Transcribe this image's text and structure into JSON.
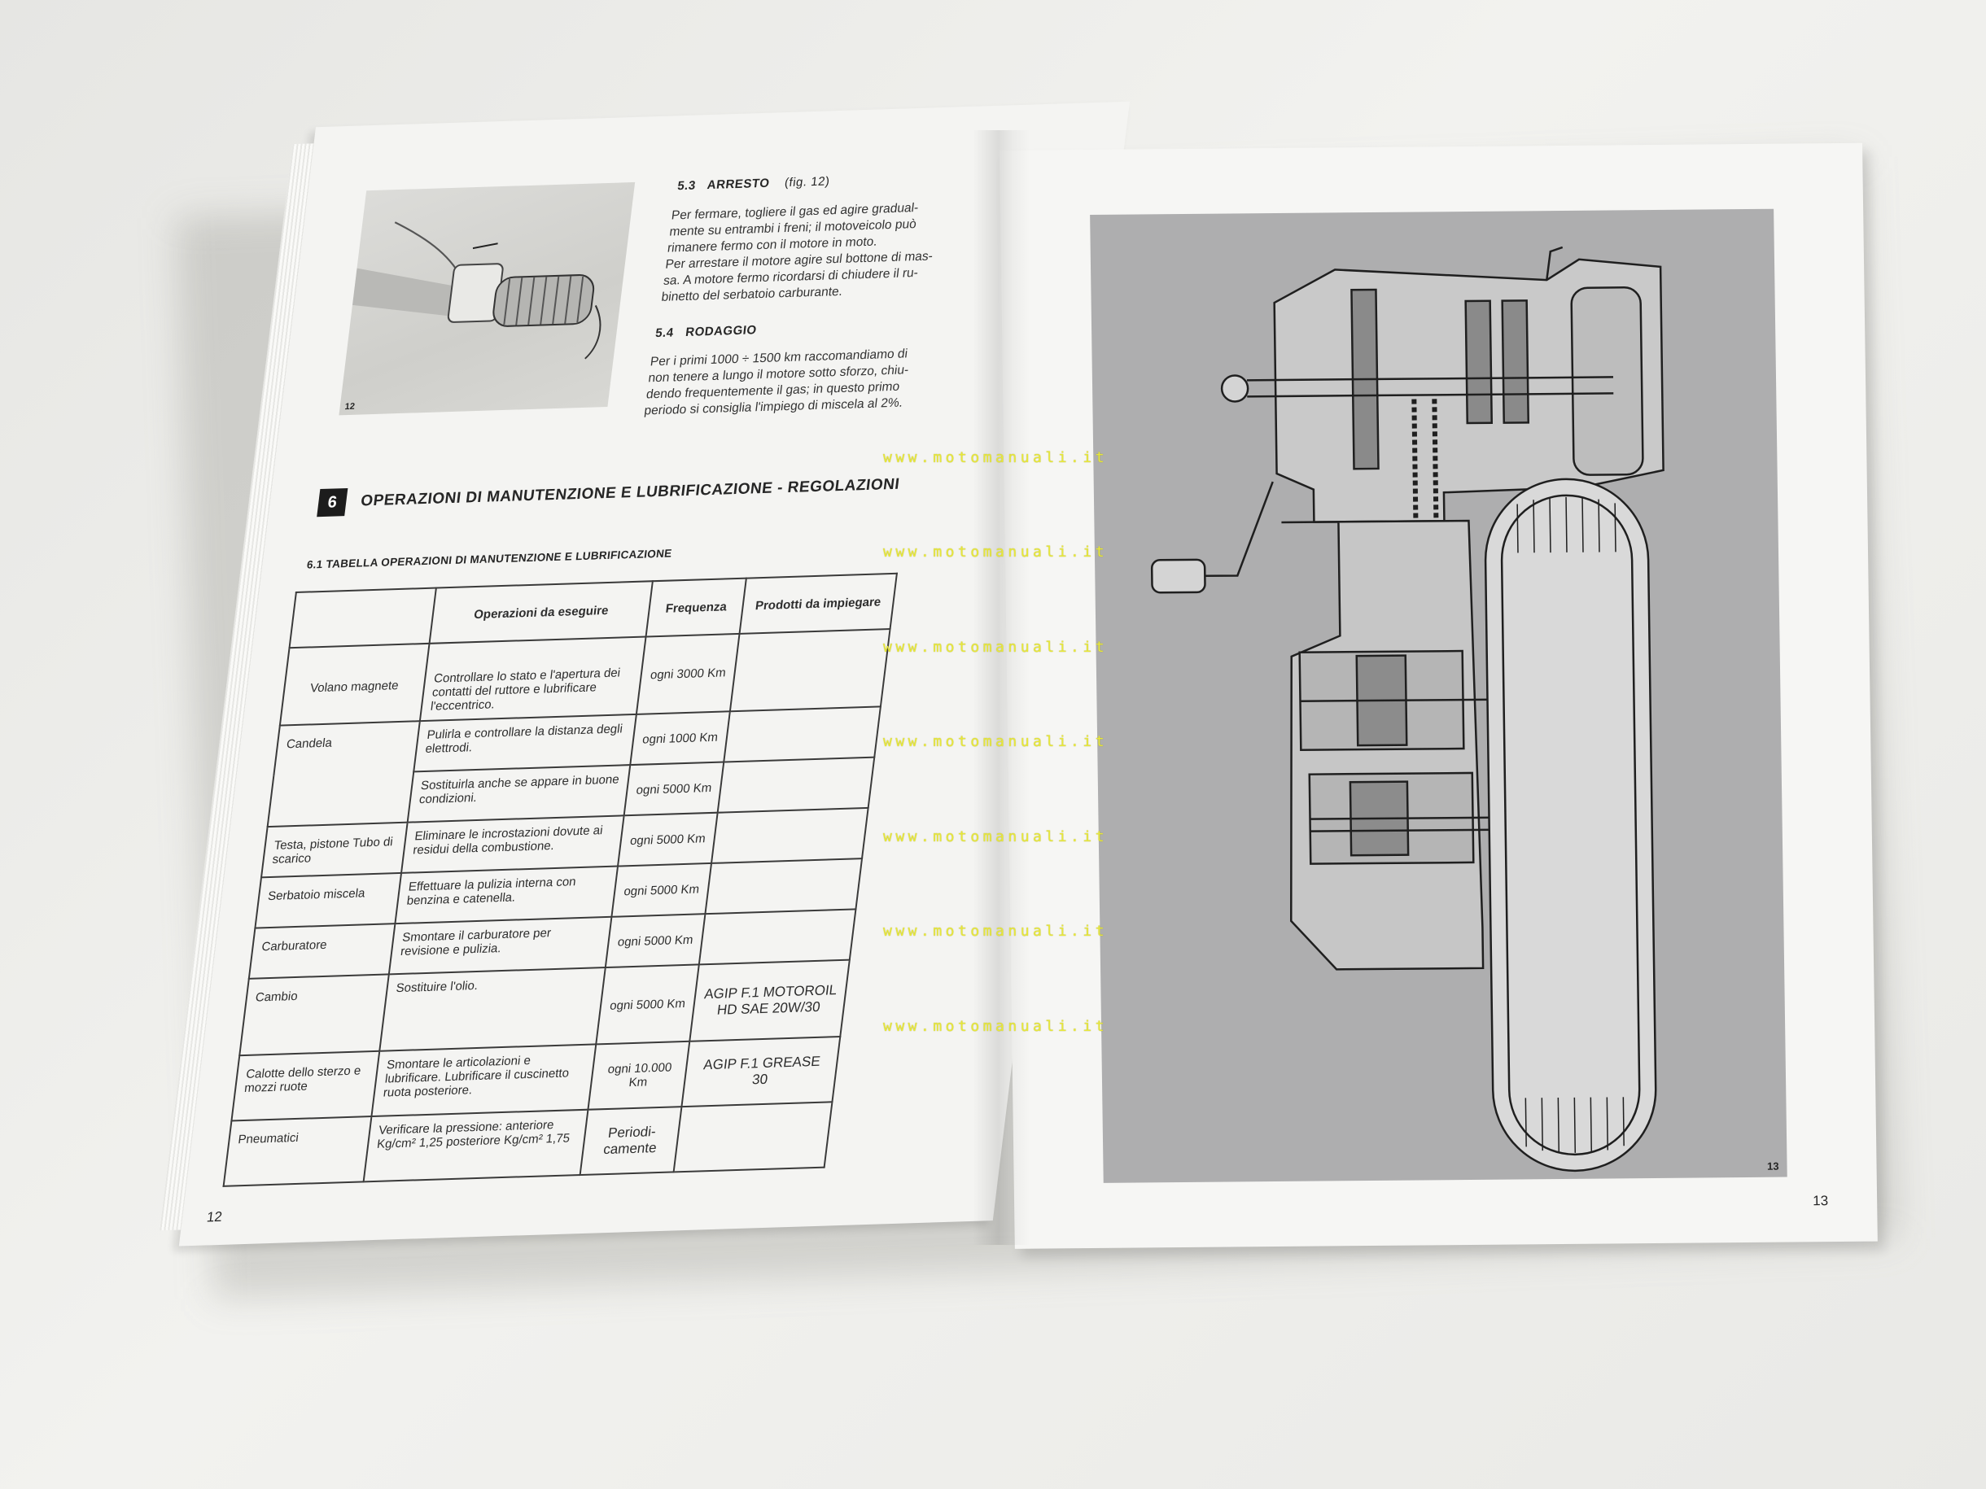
{
  "left_page": {
    "figure12": {
      "number": "12"
    },
    "section_5_3": {
      "number": "5.3",
      "title": "ARRESTO",
      "figref": "(fig. 12)",
      "lines": [
        "Per fermare, togliere il gas ed agire gradual-",
        "mente su entrambi i freni; il motoveicolo può",
        "rimanere fermo con il motore in moto.",
        "Per arrestare il motore agire sul bottone di mas-",
        "sa. A motore fermo ricordarsi di chiudere il ru-",
        "binetto del serbatoio carburante."
      ]
    },
    "section_5_4": {
      "number": "5.4",
      "title": "RODAGGIO",
      "lines": [
        "Per i primi 1000 ÷ 1500 km raccomandiamo di",
        "non tenere a lungo il motore sotto sforzo, chiu-",
        "dendo frequentemente il gas; in questo primo",
        "periodo si consiglia l'impiego di miscela al 2%."
      ]
    },
    "chapter": {
      "number": "6",
      "title": "OPERAZIONI DI MANUTENZIONE E LUBRIFICAZIONE - REGOLAZIONI"
    },
    "table_caption": "6.1  TABELLA OPERAZIONI DI MANUTENZIONE E LUBRIFICAZIONE",
    "table": {
      "headers": [
        "",
        "Operazioni da eseguire",
        "Frequenza",
        "Prodotti da impiegare"
      ],
      "rows": [
        {
          "component": "Volano magnete",
          "operation": "Controllare lo stato e l'apertura dei contatti del ruttore e lubrificare l'eccentrico.",
          "frequency": "ogni 3000 Km",
          "product": ""
        },
        {
          "component": "Candela",
          "operation": "Pulirla e controllare la distanza degli elettrodi.",
          "frequency": "ogni 1000 Km",
          "product": ""
        },
        {
          "component": "",
          "operation": "Sostituirla anche se appare in buone condizioni.",
          "frequency": "ogni 5000 Km",
          "product": ""
        },
        {
          "component": "Testa, pistone Tubo di scarico",
          "operation": "Eliminare le incrostazioni dovute ai residui della combustione.",
          "frequency": "ogni 5000 Km",
          "product": ""
        },
        {
          "component": "Serbatoio miscela",
          "operation": "Effettuare la pulizia interna con benzina e catenella.",
          "frequency": "ogni 5000 Km",
          "product": ""
        },
        {
          "component": "Carburatore",
          "operation": "Smontare il carburatore per revisione e pulizia.",
          "frequency": "ogni 5000 Km",
          "product": ""
        },
        {
          "component": "Cambio",
          "operation": "Sostituire l'olio.",
          "frequency": "ogni 5000 Km",
          "product": "AGIP F.1 MOTOROIL HD SAE 20W/30"
        },
        {
          "component": "Calotte dello sterzo e mozzi ruote",
          "operation": "Smontare le articolazioni e lubrificare. Lubrificare il cuscinetto ruota posteriore.",
          "frequency": "ogni 10.000 Km",
          "product": "AGIP F.1 GREASE 30"
        },
        {
          "component": "Pneumatici",
          "operation": "Verificare la pressione: anteriore  Kg/cm² 1,25 posteriore  Kg/cm² 1,75",
          "frequency": "Periodi-camente",
          "product": ""
        }
      ]
    },
    "page_number": "12"
  },
  "right_page": {
    "figure13": {
      "number": "13"
    },
    "page_number": "13"
  },
  "watermark": {
    "text": "www.motomanuali.it",
    "color": "#e8e83a"
  }
}
